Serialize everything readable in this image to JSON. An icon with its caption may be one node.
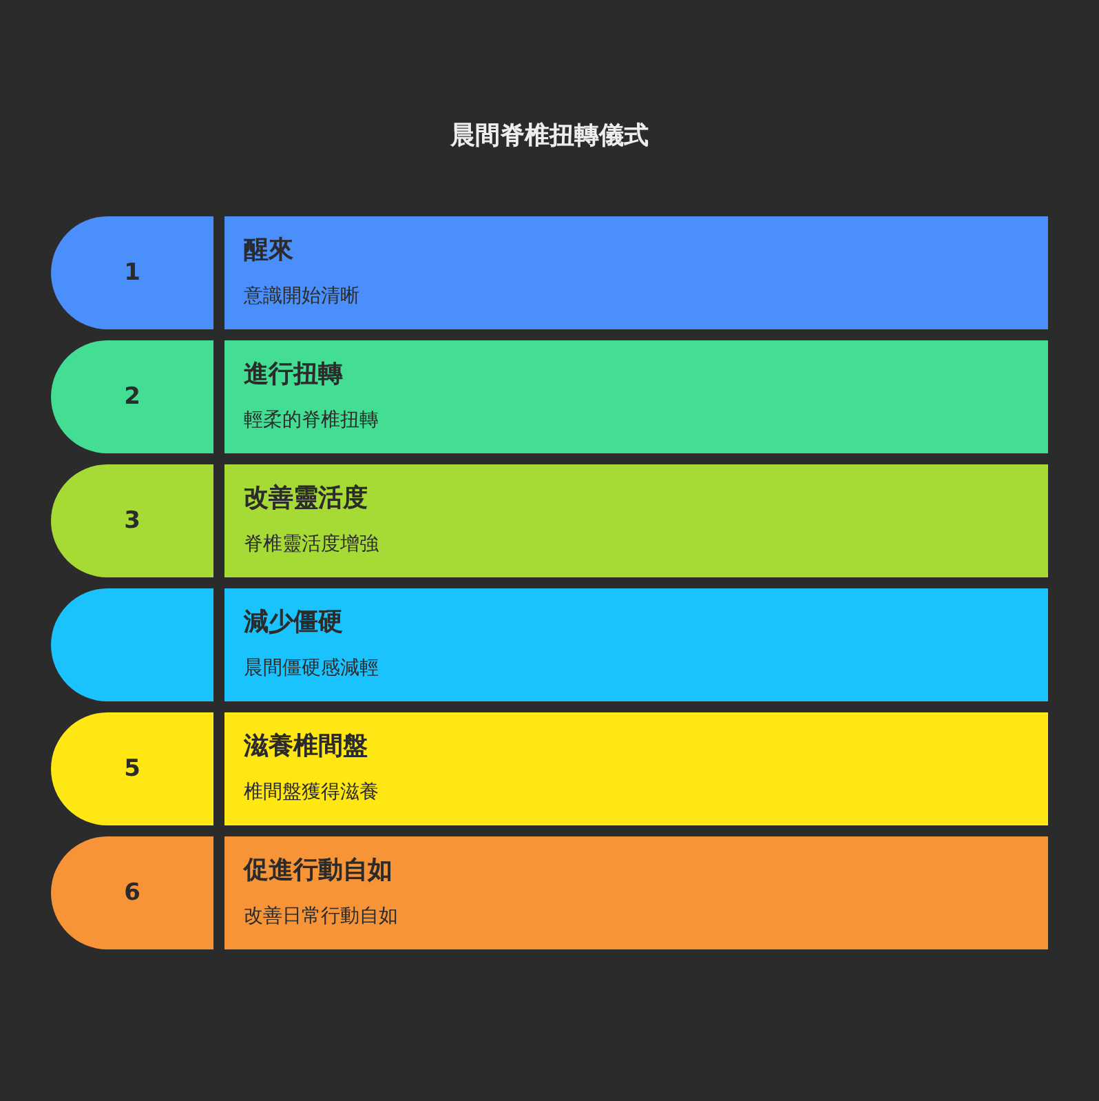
{
  "diagram": {
    "title": "晨間脊椎扭轉儀式",
    "nodes": [
      {
        "text": [
          "1"
        ]
      },
      {
        "text": [
          "醒來",
          "意識開始清晰"
        ]
      },
      {
        "text": [
          "2"
        ]
      },
      {
        "text": [
          "進行扭轉",
          "輕柔的脊椎扭轉"
        ]
      },
      {
        "text": [
          "3"
        ]
      },
      {
        "text": [
          "改善靈活度",
          "脊椎靈活度增強"
        ]
      },
      {
        "text": [],
        "shape": "box"
      },
      {
        "text": [
          "減少僵硬",
          "晨間僵硬感減輕"
        ]
      },
      {
        "text": [
          "5"
        ]
      },
      {
        "text": [
          "滋養椎間盤",
          "椎間盤獲得滋養"
        ]
      },
      {
        "text": [
          "6"
        ]
      },
      {
        "text": [
          "促進行動自如",
          "改善日常行動自如"
        ]
      }
    ],
    "edges": []
  }
}
